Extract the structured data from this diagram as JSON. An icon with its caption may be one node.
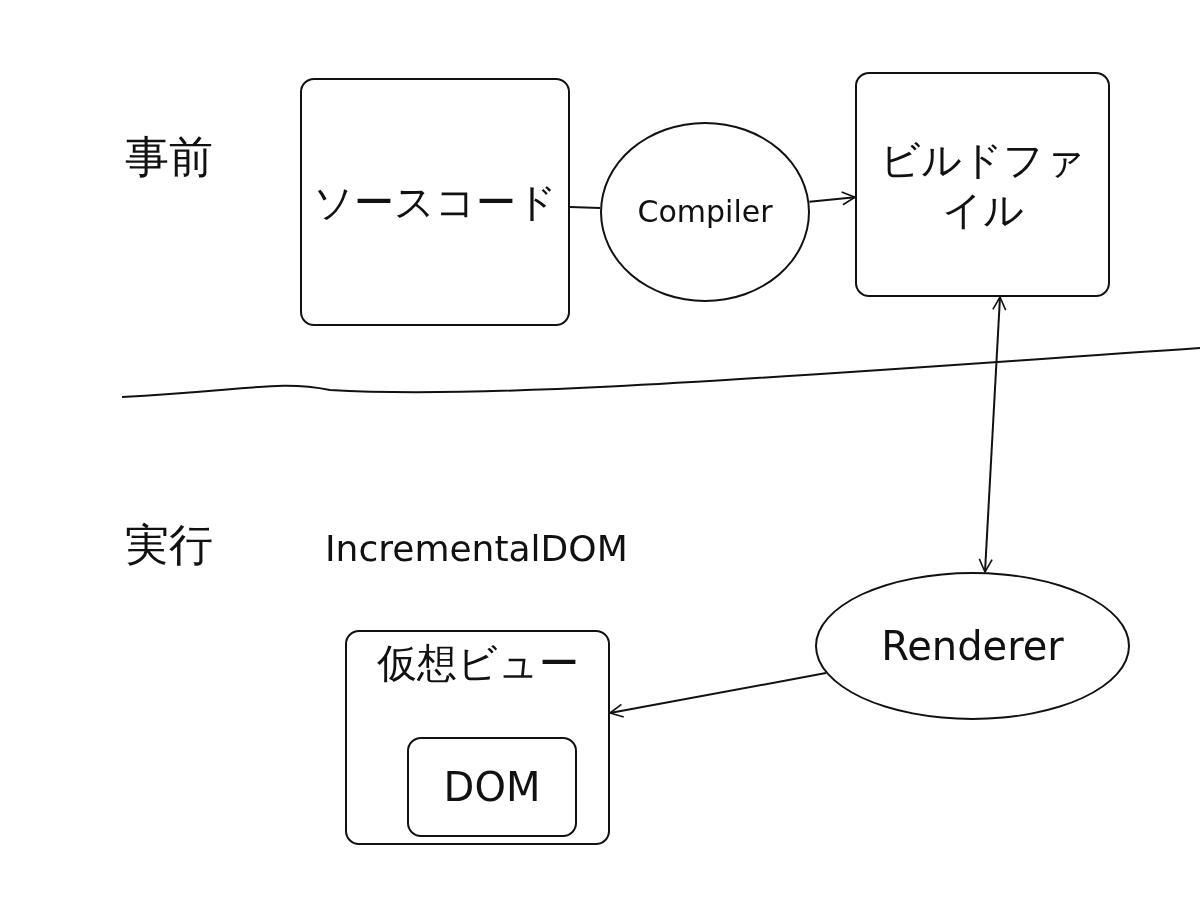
{
  "diagram": {
    "nodes": [
      {
        "text": [
          "ソースコード"
        ]
      },
      {
        "text": [
          "Compiler"
        ]
      },
      {
        "text": [
          "ビルドファイル"
        ]
      },
      {
        "text": [
          "Renderer"
        ]
      },
      {
        "text": [
          "仮想ビュー"
        ]
      },
      {
        "text": [
          "DOM"
        ],
        "in": 4
      }
    ],
    "edges": [
      {
        "from": 0,
        "to": 1,
        "arrow": "none"
      },
      {
        "from": 1,
        "to": 2,
        "arrow": "to"
      },
      {
        "from": 2,
        "to": 3,
        "arrow": "both"
      },
      {
        "from": 3,
        "to": 4,
        "arrow": "to"
      }
    ],
    "labels": [
      "事前",
      "実行",
      "IncrementalDOM"
    ]
  }
}
